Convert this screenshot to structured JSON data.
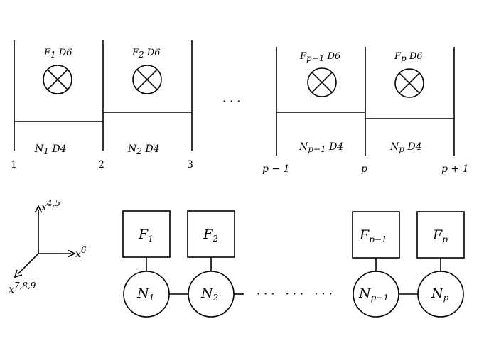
{
  "brane": {
    "d6": [
      {
        "base": "F",
        "sub": "1",
        "suffix": " D6"
      },
      {
        "base": "F",
        "sub": "2",
        "suffix": " D6"
      },
      {
        "base": "F",
        "sub": "p−1",
        "suffix": " D6"
      },
      {
        "base": "F",
        "sub": "p",
        "suffix": " D6"
      }
    ],
    "d4": [
      {
        "base": "N",
        "sub": "1",
        "suffix": " D4"
      },
      {
        "base": "N",
        "sub": "2",
        "suffix": " D4"
      },
      {
        "base": "N",
        "sub": "p−1",
        "suffix": " D4"
      },
      {
        "base": "N",
        "sub": "p",
        "suffix": " D4"
      }
    ],
    "ns5_labels": [
      "1",
      "2",
      "3",
      "p − 1",
      "p",
      "p + 1"
    ],
    "ellipsis": "· · ·"
  },
  "axes": {
    "vertical": {
      "base": "x",
      "sup": "4,5"
    },
    "horizontal": {
      "base": "x",
      "sup": "6"
    },
    "diagonal": {
      "base": "x",
      "sup": "7,8,9"
    }
  },
  "quiver": {
    "flavor": [
      {
        "base": "F",
        "sub": "1"
      },
      {
        "base": "F",
        "sub": "2"
      },
      {
        "base": "F",
        "sub": "p−1"
      },
      {
        "base": "F",
        "sub": "p"
      }
    ],
    "gauge": [
      {
        "base": "N",
        "sub": "1"
      },
      {
        "base": "N",
        "sub": "2"
      },
      {
        "base": "N",
        "sub": "p−1"
      },
      {
        "base": "N",
        "sub": "p"
      }
    ],
    "ellipsis": "· · ·   · · ·   · · ·"
  }
}
